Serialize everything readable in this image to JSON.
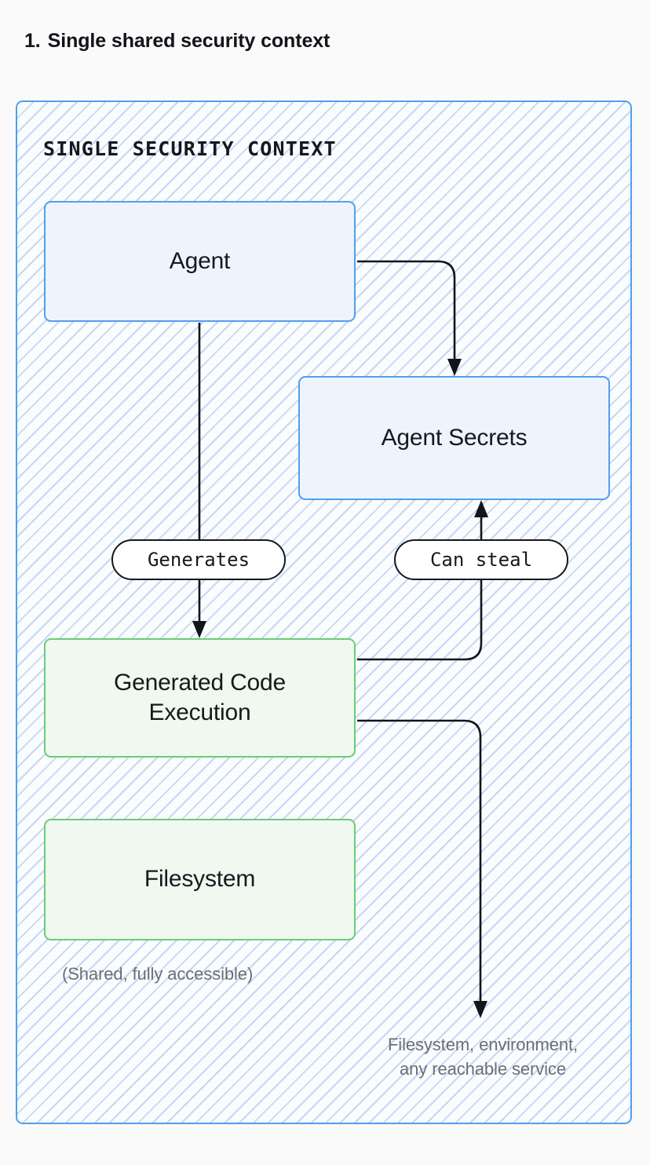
{
  "heading": {
    "number": "1.",
    "text": "Single shared security context"
  },
  "container": {
    "label": "SINGLE SECURITY CONTEXT",
    "border_color": "#4ea0f0",
    "hatch_color": "#c2d8f5",
    "background": "#fbfcfe"
  },
  "nodes": [
    {
      "id": "agent",
      "label": "Agent",
      "kind": "blue",
      "fill": "#eef4fe",
      "border": "#4ea0f0"
    },
    {
      "id": "agent-secrets",
      "label": "Agent Secrets",
      "kind": "blue",
      "fill": "#eef4fe",
      "border": "#4ea0f0"
    },
    {
      "id": "code-exec",
      "label_line1": "Generated Code",
      "label_line2": "Execution",
      "kind": "green",
      "fill": "#eff9ef",
      "border": "#69cd78"
    },
    {
      "id": "filesystem",
      "label": "Filesystem",
      "kind": "green",
      "fill": "#eff9ef",
      "border": "#69cd78"
    }
  ],
  "edges": [
    {
      "id": "agent-to-secrets",
      "label": "",
      "from": "agent",
      "to": "agent-secrets"
    },
    {
      "id": "agent-to-code",
      "label": "Generates",
      "from": "agent",
      "to": "code-exec"
    },
    {
      "id": "code-to-secrets",
      "label": "Can steal",
      "from": "code-exec",
      "to": "agent-secrets"
    },
    {
      "id": "code-to-environment",
      "label": "",
      "from": "code-exec",
      "to": "environment"
    }
  ],
  "captions": {
    "shared": "(Shared, fully accessible)",
    "reach_line1": "Filesystem, environment,",
    "reach_line2": "any reachable service"
  },
  "page": {
    "background": "#fafafa",
    "text_color": "#16191d",
    "muted_text_color": "#6b6f75",
    "edge_color": "#131619"
  }
}
